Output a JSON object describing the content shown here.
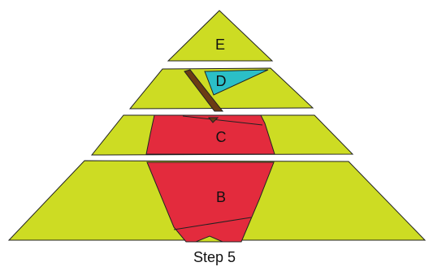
{
  "pieces": {
    "e": {
      "label": "E"
    },
    "d": {
      "label": "D"
    },
    "c": {
      "label": "C"
    },
    "b": {
      "label": "B"
    }
  },
  "caption": "Step 5",
  "colors": {
    "tier": "#cddc23",
    "apple": "#e32b3d",
    "leaf": "#2bbfc7",
    "stem": "#6b3c14",
    "outline": "#222222"
  }
}
